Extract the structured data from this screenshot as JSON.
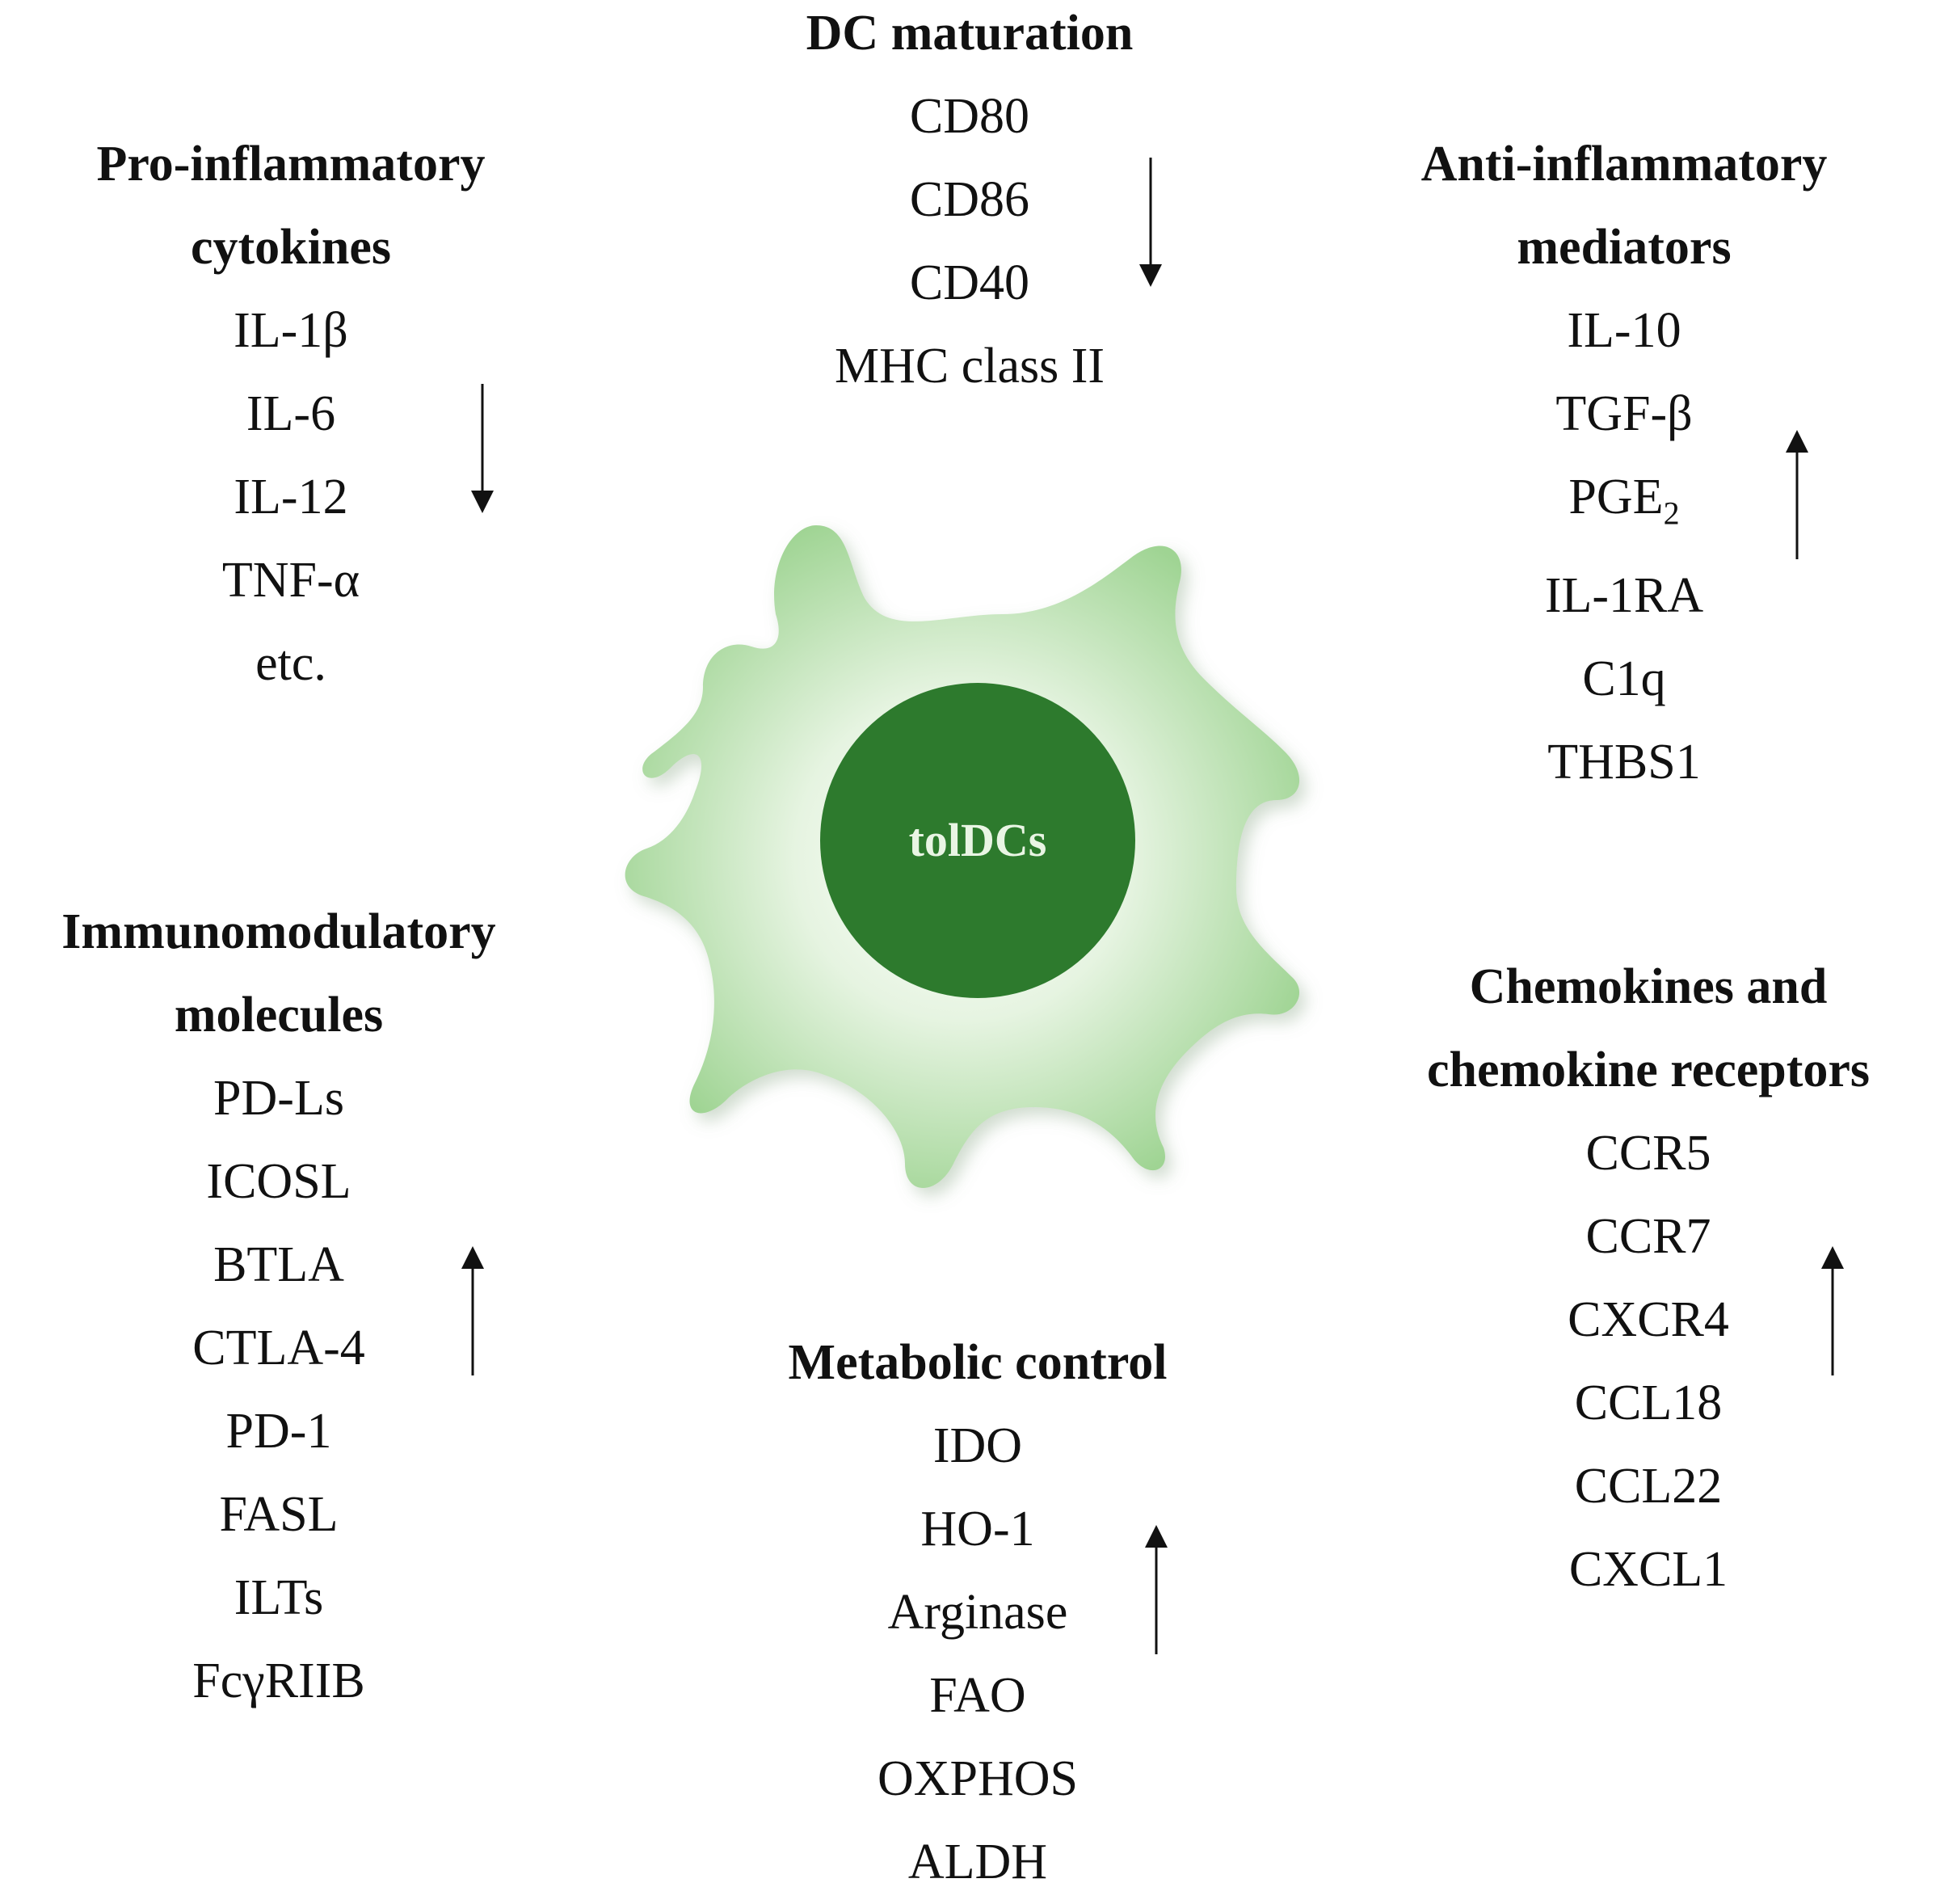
{
  "center": {
    "label": "tolDCs",
    "colors": {
      "cell": "#a6d99b",
      "nucleus": "#2d7a2d",
      "label": "#e9f5e4"
    }
  },
  "groups": {
    "dc_maturation": {
      "title": "DC maturation",
      "items": [
        "CD80",
        "CD86",
        "CD40",
        "MHC class II"
      ],
      "direction": "down"
    },
    "pro_inflammatory": {
      "title_lines": [
        "Pro-inflammatory",
        "cytokines"
      ],
      "items": [
        "IL-1β",
        "IL-6",
        "IL-12",
        "TNF-α",
        "etc."
      ],
      "direction": "down"
    },
    "anti_inflammatory": {
      "title_lines": [
        "Anti-inflammatory",
        "mediators"
      ],
      "items": [
        "IL-10",
        "TGF-β",
        "PGE",
        "IL-1RA",
        "C1q",
        "THBS1"
      ],
      "pge_subscript": "2",
      "direction": "up"
    },
    "immunomodulatory": {
      "title_lines": [
        "Immunomodulatory",
        "molecules"
      ],
      "items": [
        "PD-Ls",
        "ICOSL",
        "BTLA",
        "CTLA-4",
        "PD-1",
        "FASL",
        "ILTs",
        "FcγRIIB"
      ],
      "direction": "up"
    },
    "chemokines": {
      "title_lines": [
        "Chemokines and",
        "chemokine receptors"
      ],
      "items": [
        "CCR5",
        "CCR7",
        "CXCR4",
        "CCL18",
        "CCL22",
        "CXCL1"
      ],
      "direction": "up"
    },
    "metabolic": {
      "title": "Metabolic control",
      "items": [
        "IDO",
        "HO-1",
        "Arginase",
        "FAO",
        "OXPHOS",
        "ALDH"
      ],
      "direction": "up"
    }
  }
}
